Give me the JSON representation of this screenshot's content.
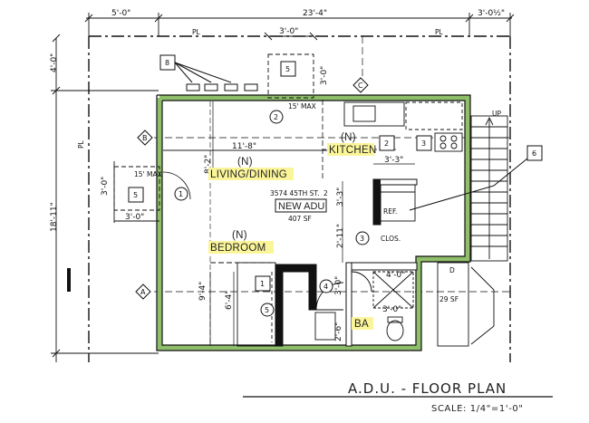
{
  "dimensions": {
    "top_left": "5'-0\"",
    "top_main": "23'-4\"",
    "top_right": "3'-0½\"",
    "kitchen_bump_width": "3'-0\"",
    "kitchen_bump_depth": "3'-0\"",
    "left_overall": "18'-11\"",
    "left_top": "4'-0\"",
    "living_width": "11'-8\"",
    "living_height": "8'-2\"",
    "window_bay_depth": "3'-0\"",
    "window_bay_width": "3'-0\"",
    "bedroom_height": "9'-4\"",
    "wardrobe_height": "6'-4\"",
    "fridge_height": "3'-3\"",
    "fridge_width": "3'-3\"",
    "closet_height": "2'-11\"",
    "bath_door": "3'-0\"",
    "bath_width": "3'-0\"",
    "bath_depth": "2'-6\"",
    "shower": "4'-0\""
  },
  "property_line_marks": [
    "PL",
    "PL",
    "PL"
  ],
  "max_notes": [
    "15' MAX",
    "15' MAX"
  ],
  "rooms": {
    "kitchen": {
      "prefix": "(N)",
      "name": "KITCHEN"
    },
    "living": {
      "prefix": "(N)",
      "name": "LIVING/DINING"
    },
    "bedroom": {
      "prefix": "(N)",
      "name": "BEDROOM"
    },
    "bath": {
      "name": "BA"
    }
  },
  "unit_info": {
    "address": "3574 45TH ST.",
    "unit_number": "2",
    "name": "NEW ADU",
    "area": "407 SF"
  },
  "labels": {
    "refrigerator": "REF.",
    "closet": "CLOS.",
    "stair_up": "UP",
    "deck": "D",
    "deck_area": "29 SF"
  },
  "grid_bubbles": [
    "A",
    "B",
    "C"
  ],
  "keynotes": [
    "1",
    "2",
    "3",
    "4",
    "5",
    "6",
    "8"
  ],
  "title": "A.D.U. - FLOOR PLAN",
  "scale": "SCALE: 1/4\"=1'-0\"",
  "colors": {
    "wall_highlight": "#8fbf6a",
    "label_highlight": "#fbf59a",
    "line": "#111111"
  }
}
